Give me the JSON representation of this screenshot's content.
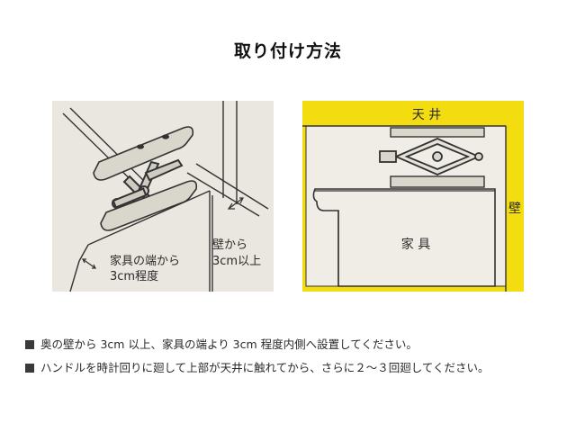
{
  "page": {
    "title": "取り付け方法"
  },
  "figure_left": {
    "label_edge_line1": "家具の端から",
    "label_edge_line2": "3cm程度",
    "label_wall_line1": "壁から",
    "label_wall_line2": "3cm以上"
  },
  "figure_right": {
    "label_ceiling": "天 井",
    "label_wall": "壁",
    "label_furniture": "家 具",
    "accent_color": "#f3dc10"
  },
  "notes": [
    "奥の壁から 3cm 以上、家具の端より 3cm 程度内側へ設置してください。",
    "ハンドルを時計回りに廻して上部が天井に触れてから、さらに２～３回廻してください。"
  ]
}
